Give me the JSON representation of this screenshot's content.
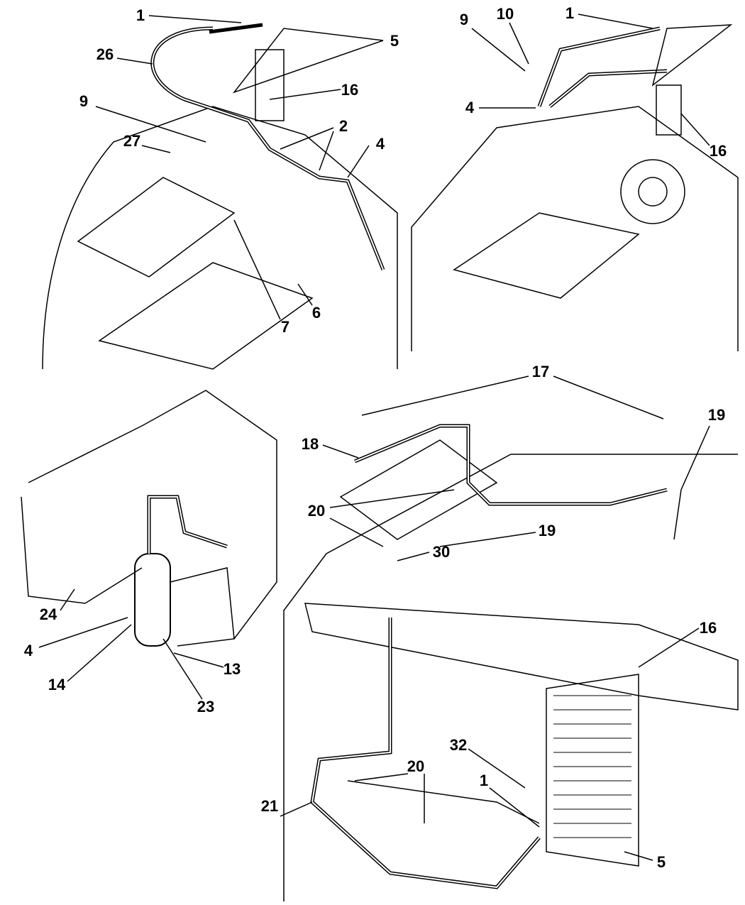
{
  "colors": {
    "line": "#000000",
    "background": "#ffffff"
  },
  "panels": {
    "engine_left": {
      "callouts": [
        "1",
        "5",
        "26",
        "16",
        "9",
        "2",
        "27",
        "4",
        "6",
        "7"
      ]
    },
    "engine_right": {
      "callouts": [
        "9",
        "10",
        "1",
        "4",
        "16"
      ]
    },
    "accumulator": {
      "callouts": [
        "24",
        "4",
        "14",
        "13",
        "23"
      ]
    },
    "front_end": {
      "callouts": [
        "17",
        "19",
        "18",
        "20",
        "19",
        "30",
        "16",
        "32",
        "20",
        "1",
        "21",
        "5"
      ]
    }
  }
}
